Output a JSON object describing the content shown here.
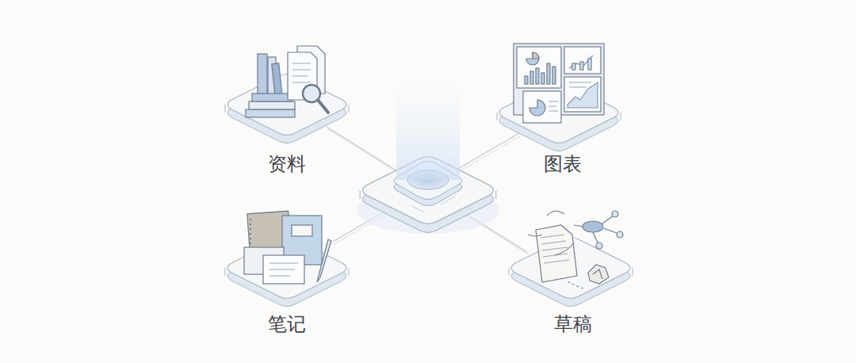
{
  "diagram": {
    "nodes": [
      {
        "text": [
          "资料"
        ]
      },
      {
        "text": [
          "图表"
        ]
      },
      {
        "text": [
          "笔记"
        ]
      },
      {
        "text": [
          "草稿"
        ]
      }
    ]
  }
}
